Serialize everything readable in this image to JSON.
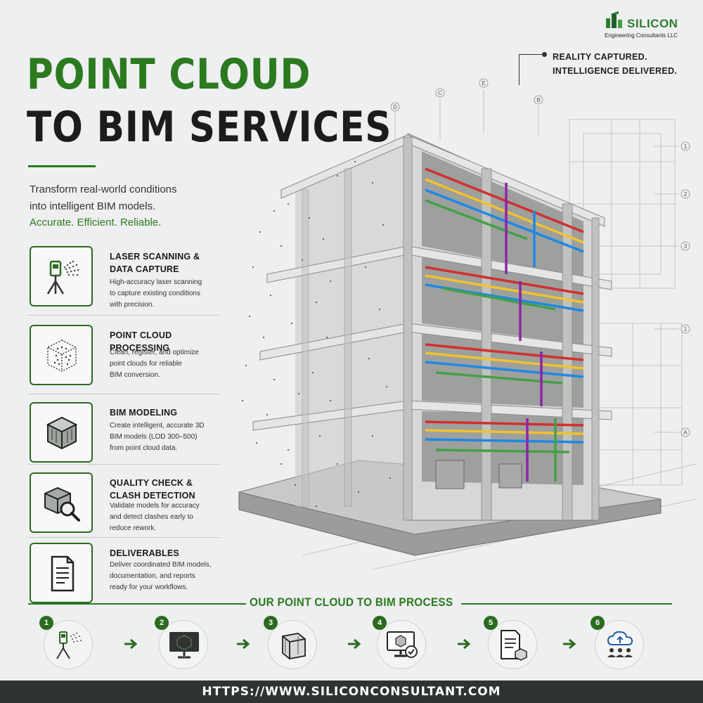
{
  "logo": {
    "brand": "SILICON",
    "subtitle": "Engineering Consultants LLC",
    "colors": {
      "green": "#2e7d32",
      "dark": "#1f5f2a"
    }
  },
  "tagline": {
    "line1": "REALITY CAPTURED.",
    "line2": "INTELLIGENCE DELIVERED."
  },
  "title": {
    "line1": "POINT CLOUD",
    "line2": "TO BIM SERVICES"
  },
  "intro": {
    "line1": "Transform real-world conditions",
    "line2": "into intelligent BIM models.",
    "line3": "Accurate. Efficient. Reliable."
  },
  "services": [
    {
      "icon": "laser-scanner-icon",
      "title_l1": "LASER SCANNING &",
      "title_l2": "DATA CAPTURE",
      "desc_l1": "High-accuracy laser scanning",
      "desc_l2": "to capture existing conditions",
      "desc_l3": "with precision."
    },
    {
      "icon": "point-cloud-cube-icon",
      "title_l1": "POINT CLOUD PROCESSING",
      "desc_l1": "Clean, register, and optimize",
      "desc_l2": "point clouds for reliable",
      "desc_l3": "BIM conversion."
    },
    {
      "icon": "bim-cube-icon",
      "title_l1": "BIM MODELING",
      "desc_l1": "Create intelligent, accurate 3D",
      "desc_l2": "BIM models (LOD 300–500)",
      "desc_l3": "from point cloud data."
    },
    {
      "icon": "magnifier-cube-icon",
      "title_l1": "QUALITY CHECK &",
      "title_l2": "CLASH DETECTION",
      "desc_l1": "Validate models for accuracy",
      "desc_l2": "and detect clashes early to",
      "desc_l3": "reduce rework."
    },
    {
      "icon": "document-icon",
      "title_l1": "DELIVERABLES",
      "desc_l1": "Deliver coordinated BIM models,",
      "desc_l2": "documentation, and reports",
      "desc_l3": "ready for your workflows."
    }
  ],
  "grid_labels": {
    "top": [
      "D",
      "C",
      "E",
      "B"
    ],
    "right": [
      "1",
      "2",
      "3",
      "1",
      "A"
    ]
  },
  "process": {
    "title": "OUR POINT CLOUD TO BIM PROCESS",
    "steps": [
      {
        "num": "1",
        "icon": "laser-scanner-icon"
      },
      {
        "num": "2",
        "icon": "monitor-pointcloud-icon"
      },
      {
        "num": "3",
        "icon": "wireframe-cube-icon"
      },
      {
        "num": "4",
        "icon": "monitor-check-icon"
      },
      {
        "num": "5",
        "icon": "document-box-icon"
      },
      {
        "num": "6",
        "icon": "cloud-team-icon"
      }
    ]
  },
  "footer": {
    "url": "HTTPS://WWW.SILICONCONSULTANT.COM"
  },
  "colors": {
    "accent": "#2b7a1f",
    "dark": "#1c1c1c",
    "footer_bg": "#2f3431"
  }
}
